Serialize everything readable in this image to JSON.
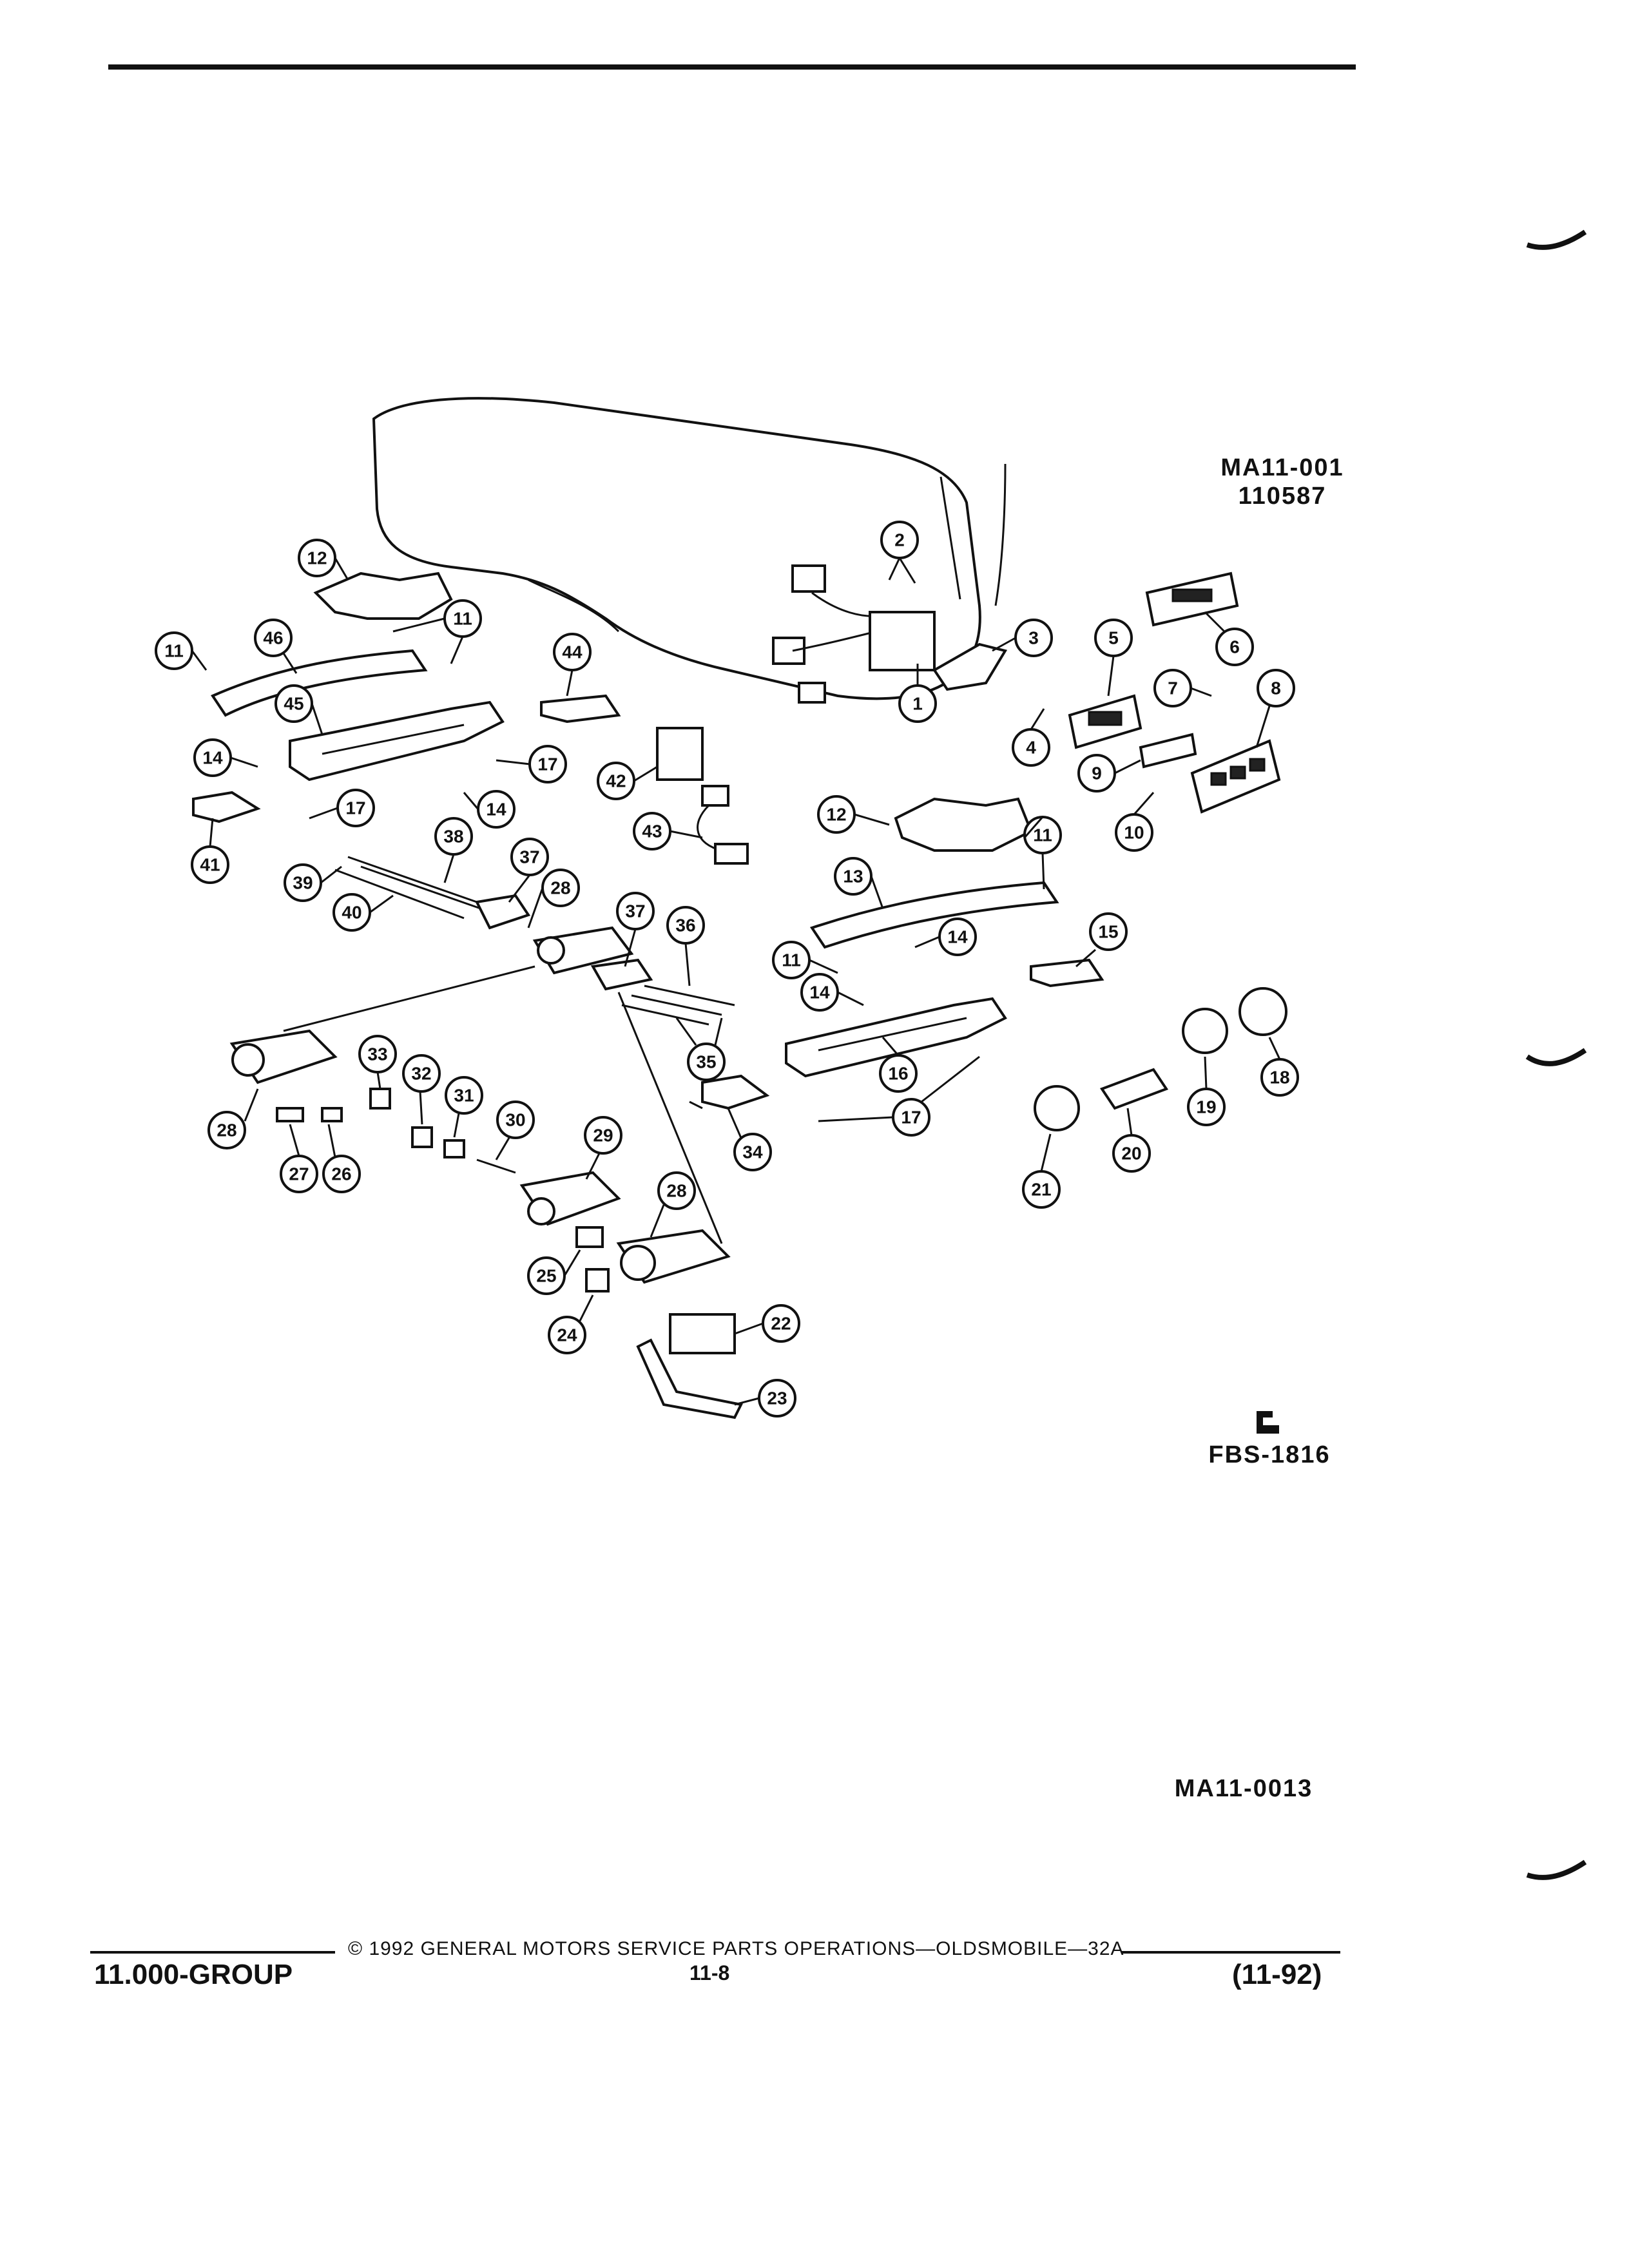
{
  "header": {
    "figure_id": "MA11-001",
    "figure_date": "110587"
  },
  "diagram": {
    "callout_numbers": [
      "1",
      "2",
      "3",
      "4",
      "5",
      "6",
      "7",
      "8",
      "9",
      "10",
      "11",
      "12",
      "13",
      "14",
      "15",
      "16",
      "17",
      "18",
      "19",
      "20",
      "21",
      "22",
      "23",
      "24",
      "25",
      "26",
      "27",
      "28",
      "29",
      "30",
      "31",
      "32",
      "33",
      "34",
      "35",
      "36",
      "37",
      "38",
      "39",
      "40",
      "41",
      "42",
      "43",
      "44",
      "45",
      "46"
    ],
    "source_mark": "FBS-1816",
    "figure_code": "MA11-0013"
  },
  "footer": {
    "copyright": "© 1992 GENERAL MOTORS SERVICE PARTS OPERATIONS—OLDSMOBILE—32A",
    "group": "11.000-GROUP",
    "page": "11-8",
    "revision": "(11-92)"
  }
}
